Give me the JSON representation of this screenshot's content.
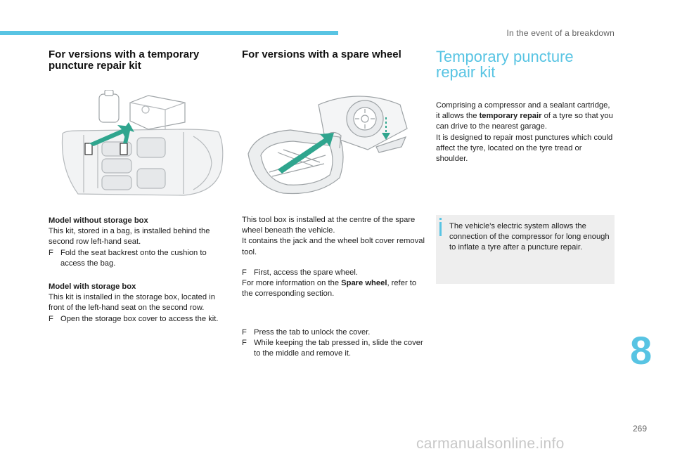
{
  "header": {
    "section_label": "In the event of a breakdown"
  },
  "chapter_number": "8",
  "page_number": "269",
  "watermark": "carmanualsonline.info",
  "col1": {
    "title": "For versions with a temporary puncture repair kit",
    "model1_heading": "Model without storage box",
    "model1_text": "This kit, stored in a bag, is installed behind the second row left-hand seat.",
    "model1_step": "Fold the seat backrest onto the cushion to access the bag.",
    "model2_heading": "Model with storage box",
    "model2_text": "This kit is installed in the storage box, located in front of the left-hand seat on the second row.",
    "model2_step": "Open the storage box cover to access the kit."
  },
  "col2": {
    "title": "For versions with a spare wheel",
    "para1": "This tool box is installed at the centre of the spare wheel beneath the vehicle.",
    "para2": "It contains the jack and the wheel bolt cover removal tool.",
    "step1": "First, access the spare wheel.",
    "info_prefix": "For more information on the ",
    "info_bold": "Spare wheel",
    "info_suffix": ", refer to the corresponding section.",
    "step2": "Press the tab to unlock the cover.",
    "step3": "While keeping the tab pressed in, slide the cover to the middle and remove it."
  },
  "col3": {
    "title_line1": "Temporary puncture",
    "title_line2": "repair kit",
    "intro_prefix": "Comprising a compressor and a sealant cartridge, it allows the ",
    "intro_bold": "temporary repair",
    "intro_suffix": " of a tyre so that you can drive to the nearest garage.",
    "intro2": "It is designed to repair most punctures which could affect the tyre, located on the tyre tread or shoulder.",
    "note": "The vehicle's electric system allows the connection of the compressor for long enough to inflate a tyre after a puncture repair."
  },
  "bullet_symbol": "F",
  "icons": [
    "info-icon"
  ],
  "colors": {
    "accent": "#58c4e3",
    "note_bg": "#eeeeee",
    "text": "#1d1d1d"
  }
}
